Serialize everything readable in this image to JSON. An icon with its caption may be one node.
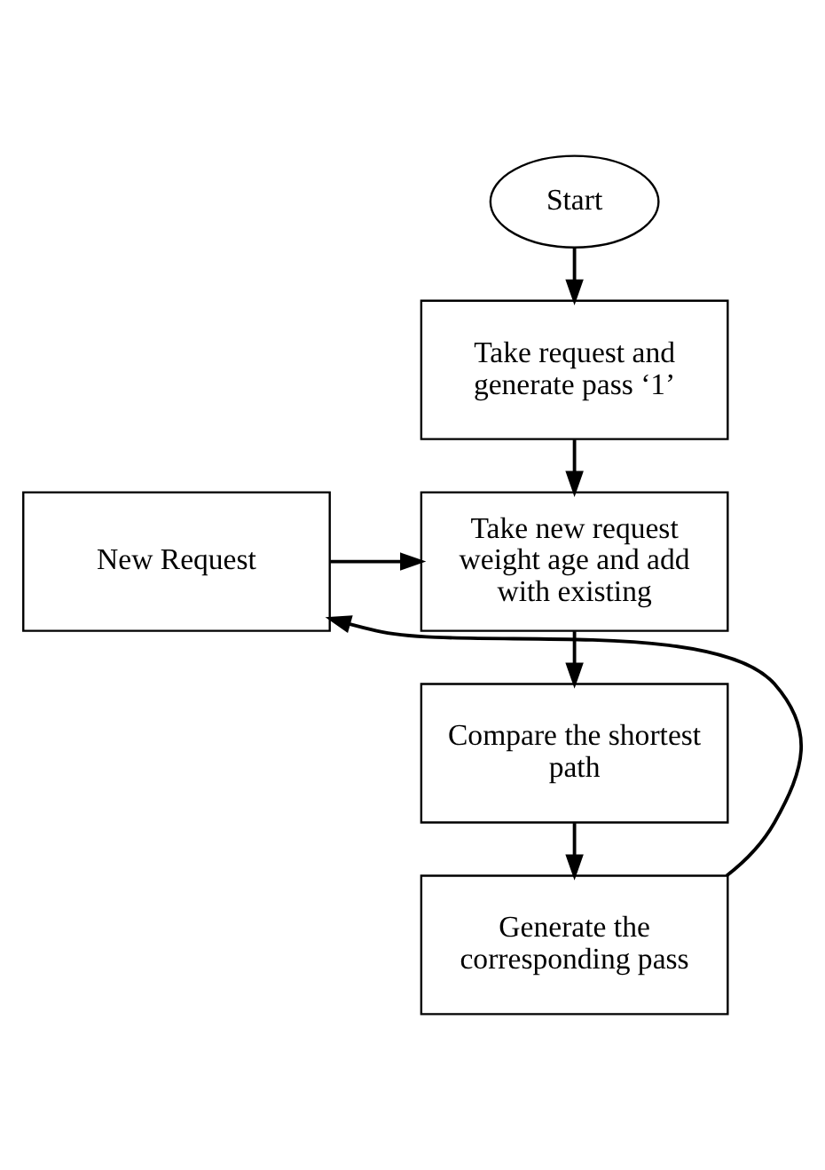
{
  "diagram": {
    "nodes": [
      {
        "text": [
          "Start"
        ]
      },
      {
        "text": [
          "Take request and generate pass ‘1’"
        ]
      },
      {
        "text": [
          "New Request"
        ]
      },
      {
        "text": [
          "Take new request weight age and add with existing"
        ]
      },
      {
        "text": [
          "Compare the shortest path"
        ]
      },
      {
        "text": [
          "Generate the corresponding pass"
        ]
      }
    ],
    "edges": [
      {
        "from": 0,
        "to": 1,
        "arrow": "to"
      },
      {
        "from": 1,
        "to": 3,
        "arrow": "to"
      },
      {
        "from": 2,
        "to": 3,
        "arrow": "to"
      },
      {
        "from": 3,
        "to": 4,
        "arrow": "to"
      },
      {
        "from": 4,
        "to": 5,
        "arrow": "to"
      },
      {
        "from": 5,
        "to": 2,
        "arrow": "to"
      }
    ]
  }
}
